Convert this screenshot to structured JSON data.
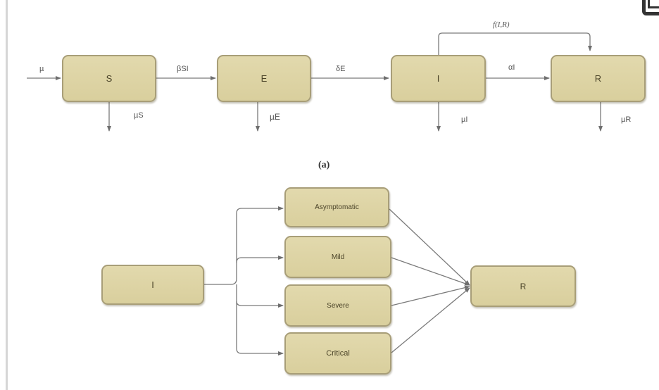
{
  "figure": {
    "panel_a": {
      "caption": "(a)",
      "compartments": [
        "S",
        "E",
        "I",
        "R"
      ],
      "flows": {
        "inflow": "µ",
        "s_to_e": "βSI",
        "e_to_i": "δE",
        "i_to_r": "αI",
        "i_to_r_feedback": "f(I,R)",
        "death_s": "µS",
        "death_e": "µE",
        "death_i": "µI",
        "death_r": "µR"
      }
    },
    "panel_b": {
      "source": "I",
      "categories": [
        "Asymptomatic",
        "Mild",
        "Severe",
        "Critical"
      ],
      "target": "R"
    }
  },
  "colors": {
    "box_fill": "#ddd3a4",
    "box_border": "#a89e78",
    "arrow": "#6e6e6e"
  }
}
